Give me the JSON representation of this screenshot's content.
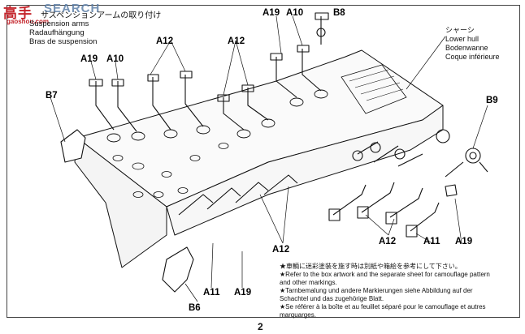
{
  "watermark": {
    "logo": "高手",
    "site": "SEARCH",
    "url": "gaoshou.com"
  },
  "title": {
    "japanese": "サスペンションアームの取り付け",
    "english": "Suspension arms",
    "german": "Radaufhängung",
    "french": "Bras de suspension"
  },
  "hull_label": {
    "japanese": "シャーシ",
    "english": "Lower hull",
    "german": "Bodenwanne",
    "french": "Coque inférieure"
  },
  "part_labels": {
    "a19_top": "A19",
    "a10_top": "A10",
    "b8": "B8",
    "a12_upper_left": "A12",
    "a12_upper_mid": "A12",
    "a19_left": "A19",
    "a10_left": "A10",
    "b7": "B7",
    "b9": "B9",
    "a12_lower_left": "A12",
    "a12_lower_right": "A12",
    "a11_right": "A11",
    "a19_right": "A19",
    "a11_bottom": "A11",
    "a19_bottom": "A19",
    "b6": "B6"
  },
  "notes": [
    "★車輌に迷彩塗装を施す時は別紙や箱絵を参考にして下さい。",
    "★Refer to the box artwork and the separate sheet for camouflage pattern",
    "  and other markings.",
    "★Tarnbemalung und andere Markierungen siehe Abbildung auf der",
    "  Schachtel und das zugehörige Blatt.",
    "★Se référer à la boîte et au feuillet séparé pour le camouflage et autres",
    "  marquarges."
  ],
  "page_number": "2"
}
